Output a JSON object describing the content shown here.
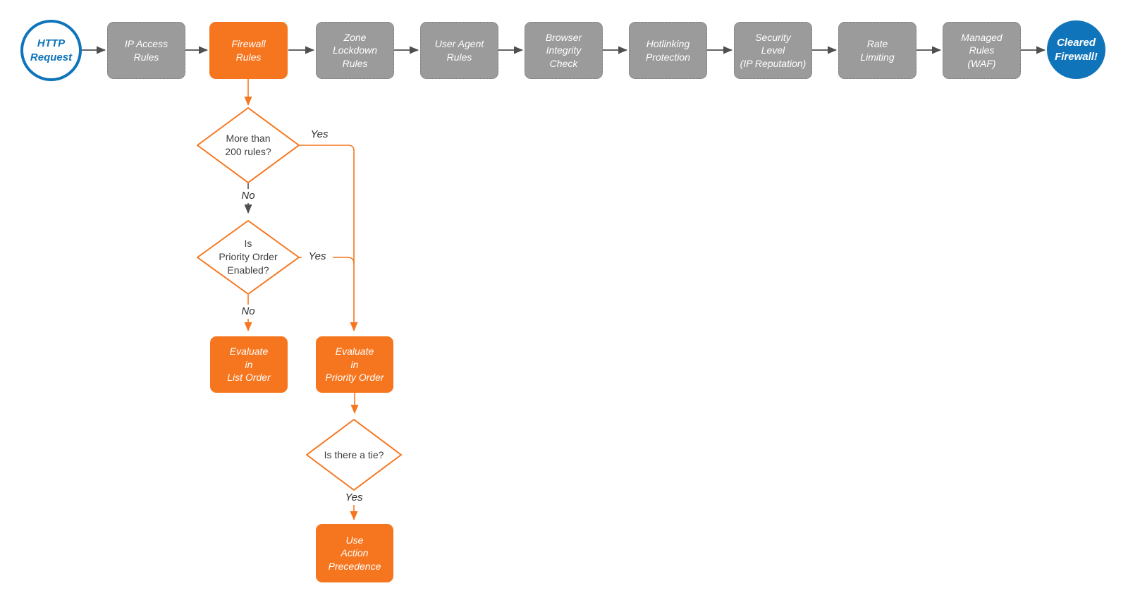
{
  "colors": {
    "accent_orange": "#f6761f",
    "node_gray": "#9b9b9b",
    "accent_blue": "#0f74ba",
    "connector_gray": "#4f4f4f",
    "text_dark": "#3d3d3d"
  },
  "start_node": {
    "label": "HTTP\nRequest"
  },
  "end_node": {
    "label": "Cleared\nFirewall!"
  },
  "pipeline": [
    {
      "label": "IP Access\nRules",
      "style": "gray"
    },
    {
      "label": "Firewall\nRules",
      "style": "orange"
    },
    {
      "label": "Zone\nLockdown\nRules",
      "style": "gray"
    },
    {
      "label": "User Agent\nRules",
      "style": "gray"
    },
    {
      "label": "Browser\nIntegrity\nCheck",
      "style": "gray"
    },
    {
      "label": "Hotlinking\nProtection",
      "style": "gray"
    },
    {
      "label": "Security\nLevel\n(IP Reputation)",
      "style": "gray"
    },
    {
      "label": "Rate\nLimiting",
      "style": "gray"
    },
    {
      "label": "Managed\nRules\n(WAF)",
      "style": "gray"
    }
  ],
  "decisions": [
    {
      "label": "More than\n200 rules?"
    },
    {
      "label": "Is\nPriority Order\nEnabled?"
    },
    {
      "label": "Is there a tie?"
    }
  ],
  "actions": [
    {
      "label": "Evaluate\nin\nList Order"
    },
    {
      "label": "Evaluate\nin\nPriority Order"
    },
    {
      "label": "Use\nAction\nPrecedence"
    }
  ],
  "edge_labels": {
    "yes_200": "Yes",
    "no_200": "No",
    "yes_priority": "Yes",
    "no_priority": "No",
    "yes_tie": "Yes"
  }
}
